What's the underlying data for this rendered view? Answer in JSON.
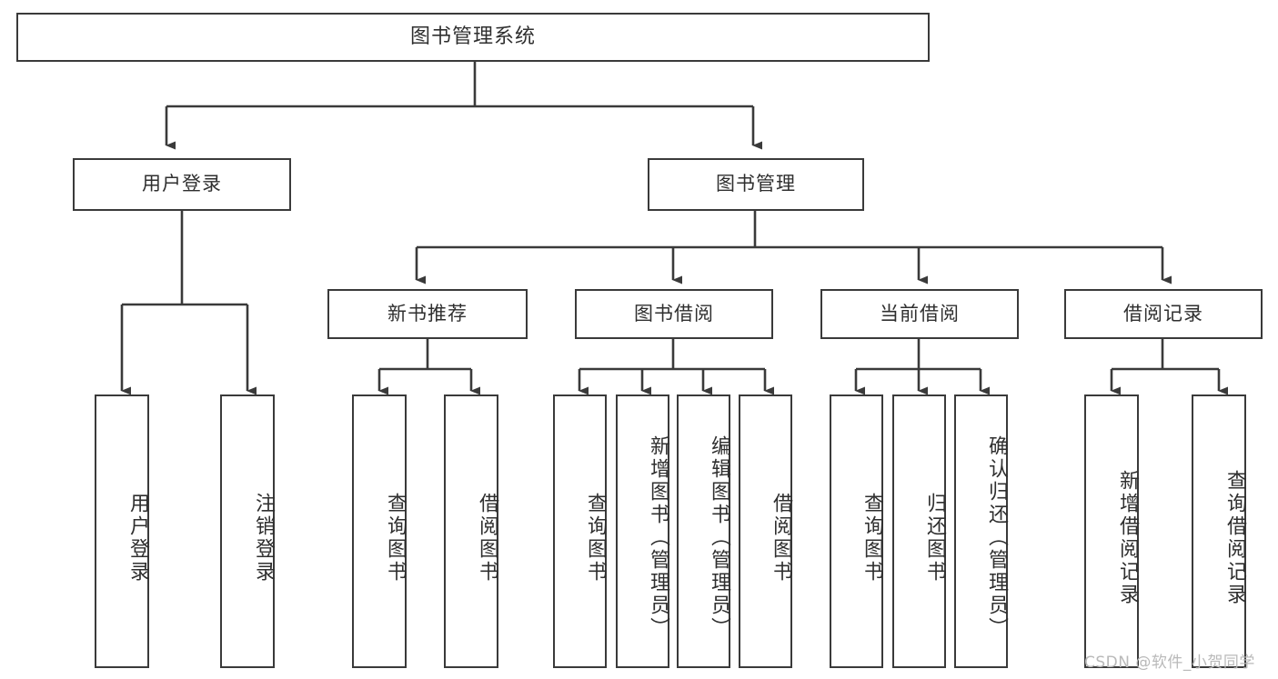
{
  "diagram": {
    "type": "tree",
    "title": "图书管理系统",
    "root": {
      "label": "图书管理系统"
    },
    "level2": [
      {
        "label": "用户登录"
      },
      {
        "label": "图书管理"
      }
    ],
    "level3": [
      {
        "label": "新书推荐"
      },
      {
        "label": "图书借阅"
      },
      {
        "label": "当前借阅"
      },
      {
        "label": "借阅记录"
      }
    ],
    "leaves": {
      "user_login": [
        {
          "label": "用户登录"
        },
        {
          "label": "注销登录"
        }
      ],
      "new_book_recommend": [
        {
          "label": "查询图书"
        },
        {
          "label": "借阅图书"
        }
      ],
      "book_borrow": [
        {
          "label": "查询图书"
        },
        {
          "label": "新增图书（管理员）"
        },
        {
          "label": "编辑图书（管理员）"
        },
        {
          "label": "借阅图书"
        }
      ],
      "current_borrow": [
        {
          "label": "查询图书"
        },
        {
          "label": "归还图书"
        },
        {
          "label": "确认归还（管理员）"
        }
      ],
      "borrow_record": [
        {
          "label": "新增借阅记录"
        },
        {
          "label": "查询借阅记录"
        }
      ]
    }
  },
  "watermark": {
    "text": "CSDN @软件_小贺同学"
  },
  "colors": {
    "stroke": "#3a3a3a",
    "fill": "#ffffff",
    "text": "#2f2f2f",
    "watermark": "#b9b9b9"
  }
}
